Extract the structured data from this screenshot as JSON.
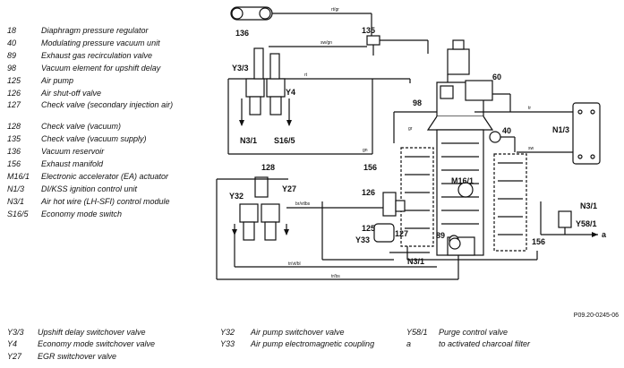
{
  "legend_top": [
    {
      "code": "18",
      "desc": "Diaphragm pressure regulator"
    },
    {
      "code": "40",
      "desc": "Modulating pressure vacuum unit"
    },
    {
      "code": "89",
      "desc": "Exhaust gas recirculation valve"
    },
    {
      "code": "98",
      "desc": "Vacuum element for upshift delay"
    },
    {
      "code": "125",
      "desc": "Air pump"
    },
    {
      "code": "126",
      "desc": "Air shut-off valve"
    },
    {
      "code": "127",
      "desc": "Check valve (secondary injection air)"
    },
    {
      "code": "128",
      "desc": "Check valve (vacuum)"
    },
    {
      "code": "135",
      "desc": "Check valve (vacuum supply)"
    },
    {
      "code": "136",
      "desc": "Vacuum reservoir"
    },
    {
      "code": "156",
      "desc": "Exhaust manifold"
    },
    {
      "code": "M16/1",
      "desc": "Electronic accelerator (EA) actuator"
    },
    {
      "code": "N1/3",
      "desc": "DI/KSS ignition control unit"
    },
    {
      "code": "N3/1",
      "desc": "Air hot wire (LH-SFI) control module"
    },
    {
      "code": "S16/5",
      "desc": "Economy mode switch"
    }
  ],
  "legend_bottom": [
    {
      "code": "Y3/3",
      "desc": "Upshift delay switchover valve"
    },
    {
      "code": "Y4",
      "desc": "Economy mode switchover valve"
    },
    {
      "code": "Y27",
      "desc": "EGR switchover valve"
    },
    {
      "code": "Y32",
      "desc": "Air pump switchover valve"
    },
    {
      "code": "Y33",
      "desc": "Air pump electromagnetic coupling"
    },
    {
      "code": "Y58/1",
      "desc": "Purge control valve"
    },
    {
      "code": "a",
      "desc": "to activated charcoal filter"
    }
  ],
  "reference": "P09.20-0245-06",
  "labels": {
    "l136": "136",
    "l135": "135",
    "lY33top": "Y3/3",
    "lY4": "Y4",
    "l60": "60",
    "l98": "98",
    "lN13": "N1/3",
    "l40": "40",
    "lN31a": "N3/1",
    "lS165": "S16/5",
    "l156a": "156",
    "l128": "128",
    "lY32": "Y32",
    "lY27": "Y27",
    "l126": "126",
    "lM161": "M16/1",
    "l125": "125",
    "lY33": "Y33",
    "l127": "127",
    "l89": "89",
    "lN31b": "N3/1",
    "lN31c": "N3/1",
    "lY581": "Y58/1",
    "l156b": "156",
    "la": "a"
  },
  "hose_labels": {
    "h1": "rt/gr",
    "h2": "sw/gn",
    "h3": "rt",
    "h4": "gn",
    "h5": "tr",
    "h6": "gr",
    "h7": "sw",
    "h8": "br/vtlbs",
    "h9": "tr/vt/bl",
    "h10": "tr/bs"
  }
}
